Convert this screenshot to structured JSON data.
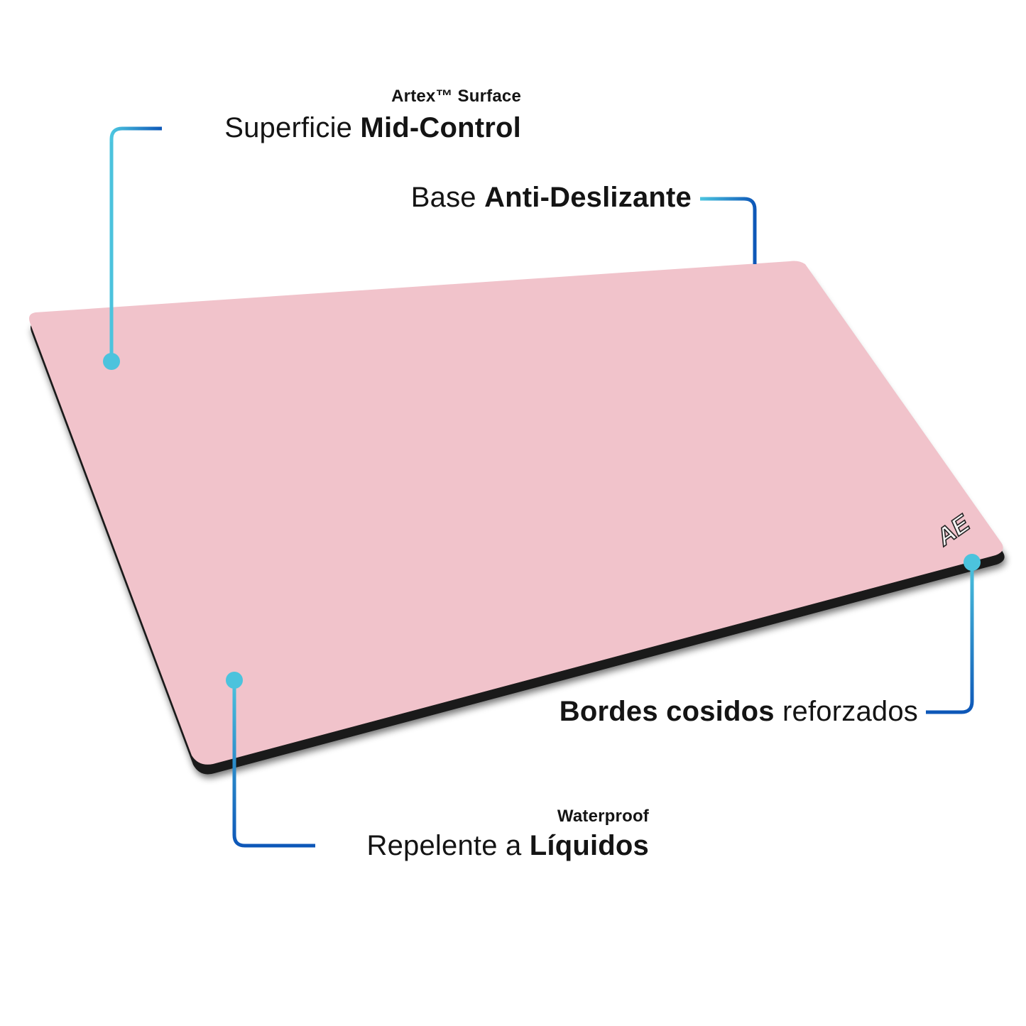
{
  "product": {
    "color": "#f1c3cb",
    "edge_color": "#1a1a1a",
    "logo_text": "AE"
  },
  "callouts": [
    {
      "id": "surface",
      "subtitle": "Artex™ Surface",
      "light": "Superficie ",
      "bold": "Mid-Control"
    },
    {
      "id": "base",
      "subtitle": "",
      "light": "Base ",
      "bold": "Anti-Deslizante"
    },
    {
      "id": "edges",
      "subtitle": "",
      "bold": "Bordes cosidos",
      "light": " reforzados"
    },
    {
      "id": "waterproof",
      "subtitle": "Waterproof",
      "light": "Repelente a ",
      "bold": "Líquidos"
    }
  ],
  "colors": {
    "line_light": "#4cc6e0",
    "line_dark": "#0d57b8",
    "dot": "#4cc3dd",
    "text": "#141414"
  }
}
